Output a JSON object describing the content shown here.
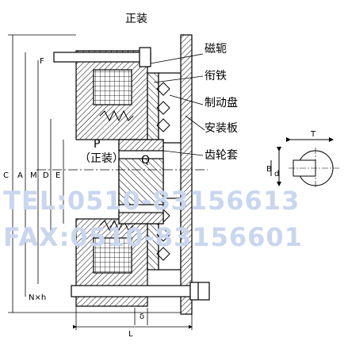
{
  "title": "正装",
  "callouts": [
    "磁轭",
    "衔铁",
    "制动盘",
    "安装板",
    "齿轮套"
  ],
  "center_labels": {
    "p": "P",
    "p_note": "（正装）",
    "q": "Q"
  },
  "dims": {
    "c": "C",
    "a": "A",
    "m": "M",
    "d_big": "D",
    "e": "E",
    "f": "F",
    "nxh": "N×h",
    "l": "L",
    "delta": "δ",
    "t": "T",
    "d_small": "d",
    "b": "B"
  },
  "watermarks": {
    "tel": "TEL:0510-83156613",
    "fax": "FAX:0510-83156601"
  }
}
